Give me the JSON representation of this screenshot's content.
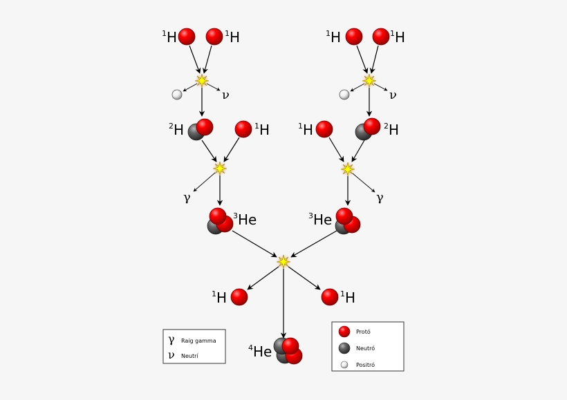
{
  "colors": {
    "proton": "#e00000",
    "neutron": "#555555",
    "positron": "#ffffff",
    "background": "#f6f6f6"
  },
  "labels": {
    "h1_mass": "1",
    "h1_symbol": "H",
    "h2_mass": "2",
    "h2_symbol": "H",
    "he3_mass": "3",
    "he3_symbol": "He",
    "he4_mass": "4",
    "he4_symbol": "He",
    "gamma": "γ",
    "neutrino": "ν"
  },
  "legend_left": {
    "items": [
      {
        "symbol": "γ",
        "label": "Raig gamma"
      },
      {
        "symbol": "ν",
        "label": "Neutrí"
      }
    ]
  },
  "legend_right": {
    "items": [
      {
        "icon": "proton-icon",
        "label": "Protó"
      },
      {
        "icon": "neutron-icon",
        "label": "Neutró"
      },
      {
        "icon": "positron-icon",
        "label": "Positró"
      }
    ]
  }
}
